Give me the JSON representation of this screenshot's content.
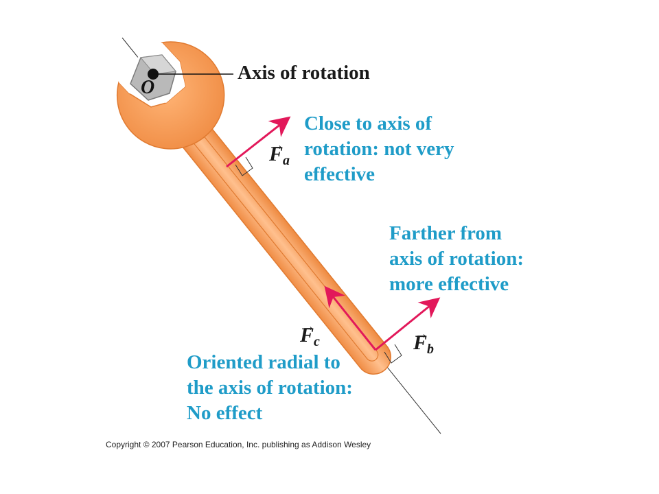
{
  "diagram": {
    "origin_label": "O",
    "axis_label": "Axis of rotation",
    "annotations": {
      "fa": [
        "Close to axis of",
        "rotation: not very",
        "effective"
      ],
      "fb": [
        "Farther from",
        "axis of rotation:",
        "more effective"
      ],
      "fc": [
        "Oriented radial to",
        "the axis of rotation:",
        "No effect"
      ]
    },
    "forces": {
      "a": {
        "symbol": "F",
        "subscript": "a",
        "arrow": "→"
      },
      "b": {
        "symbol": "F",
        "subscript": "b",
        "arrow": "→"
      },
      "c": {
        "symbol": "F",
        "subscript": "c",
        "arrow": "→"
      }
    },
    "colors": {
      "wrench": "#f5a15f",
      "wrench_dark": "#d97a35",
      "arrow": "#e2185a",
      "annotation_text": "#1f9cc8",
      "nut": "#b9b9b9"
    }
  },
  "footer": {
    "copyright": "Copyright © 2007 Pearson Education, Inc. publishing as Addison Wesley"
  }
}
